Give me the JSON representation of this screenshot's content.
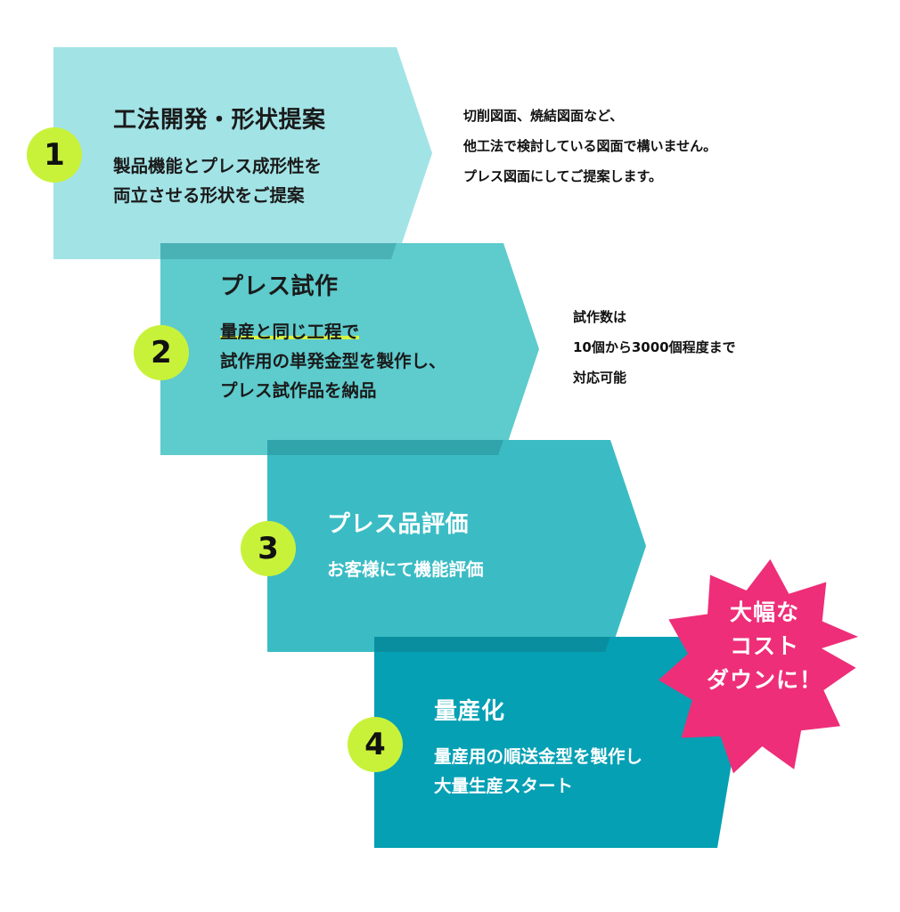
{
  "steps": [
    {
      "number": "1",
      "title": "工法開発・形状提案",
      "description_lines": [
        "製品機能とプレス成形性を",
        "両立させる形状をご提案"
      ],
      "note_lines": [
        "切削図面、焼結図面など、",
        "他工法で検討している図面で構いません。",
        "プレス図面にしてご提案します。"
      ]
    },
    {
      "number": "2",
      "title": "プレス試作",
      "description_lines": [
        "量産と同じ工程で",
        "試作用の単発金型を製作し、",
        "プレス試作品を納品"
      ],
      "note_lines": [
        "試作数は",
        "10個から3000個程度まで",
        "対応可能"
      ]
    },
    {
      "number": "3",
      "title": "プレス品評価",
      "description_lines": [
        "お客様にて機能評価"
      ]
    },
    {
      "number": "4",
      "title": "量産化",
      "description_lines": [
        "量産用の順送金型を製作し",
        "大量生産スタート"
      ]
    }
  ],
  "badge": {
    "lines": [
      "大幅な",
      "コスト",
      "ダウンに！"
    ]
  },
  "colors": {
    "step1": "#a2e3e6",
    "step2": "#5ecbcd",
    "step3": "#3bbcc5",
    "step4": "#05a0b4",
    "number_circle": "#c8f23a",
    "badge": "#ee2e78",
    "highlight": "#d7f542"
  }
}
